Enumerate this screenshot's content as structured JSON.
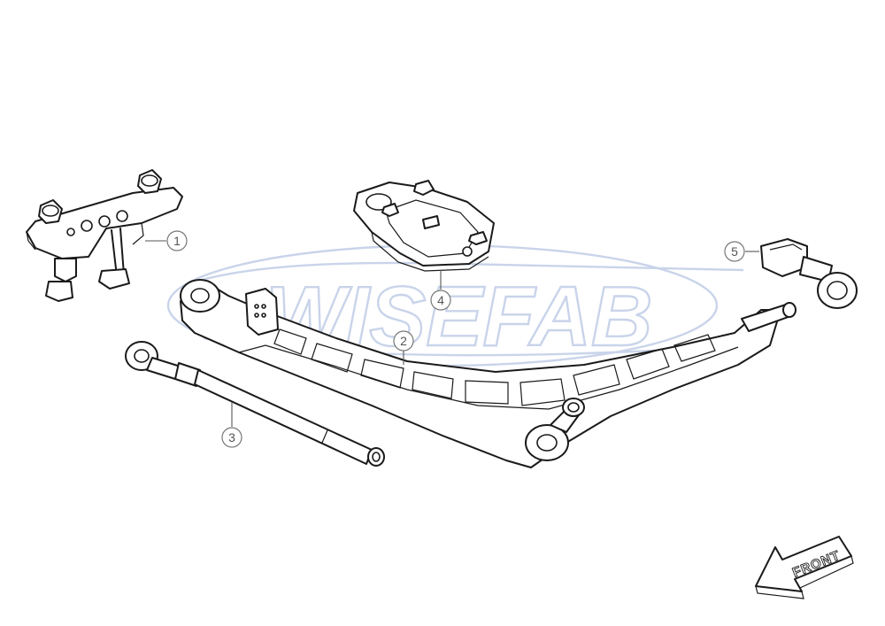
{
  "watermark": {
    "text": "WISEFAB",
    "color": "#c9d4ea"
  },
  "callouts": [
    {
      "number": "1",
      "part": "knuckle adapter bracket"
    },
    {
      "number": "2",
      "part": "lower control arm"
    },
    {
      "number": "3",
      "part": "tie rod"
    },
    {
      "number": "4",
      "part": "camber plate"
    },
    {
      "number": "5",
      "part": "rod end link"
    }
  ],
  "direction_arrow": {
    "label": "FRONT"
  },
  "colors": {
    "line": "#1a1a1a",
    "callout": "#777777",
    "background": "#ffffff"
  }
}
